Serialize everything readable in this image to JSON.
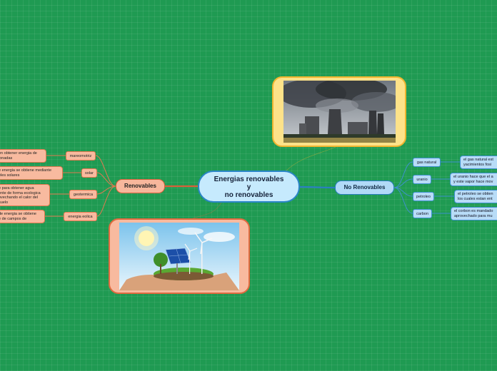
{
  "central": {
    "label": "Energias renovables\ny\nno renovables"
  },
  "renovables": {
    "label": "Renovables",
    "items": [
      {
        "label": "mareomotriz",
        "description": "en obtener energia de\nionadas"
      },
      {
        "label": "solar",
        "description": "e energia se obtiene mediante\neles solares"
      },
      {
        "label": "geotermica",
        "description": "e para obtener agua\nente de forma ecologica\novechando el calor del\nsuelo"
      },
      {
        "label": "energia eolica",
        "description": "de energia se obtiene\ne de campos de"
      }
    ]
  },
  "no_renovables": {
    "label": "No Renovables",
    "items": [
      {
        "label": "gas natural",
        "description": "el gas natural est\nyacimientos fosi"
      },
      {
        "label": "uranio",
        "description": "el uranio hace que el a\ny este vapor hace mov"
      },
      {
        "label": "petroleo",
        "description": "el petroleo se obtien\nlos cuales estan ent"
      },
      {
        "label": "carbon",
        "description": "el corbon es mandado\naprovechado para mu"
      }
    ]
  },
  "images": {
    "top": "power-plant-smokestacks",
    "bottom": "hand-holding-solar-panel-and-wind-turbines"
  },
  "colors": {
    "background": "#1f9a52",
    "renovables_fill": "#f7b79c",
    "renovables_line": "#d8603a",
    "no_renovables_fill": "#b1daf7",
    "no_renovables_line": "#2a7fc0",
    "central_fill": "#c6eafd"
  }
}
